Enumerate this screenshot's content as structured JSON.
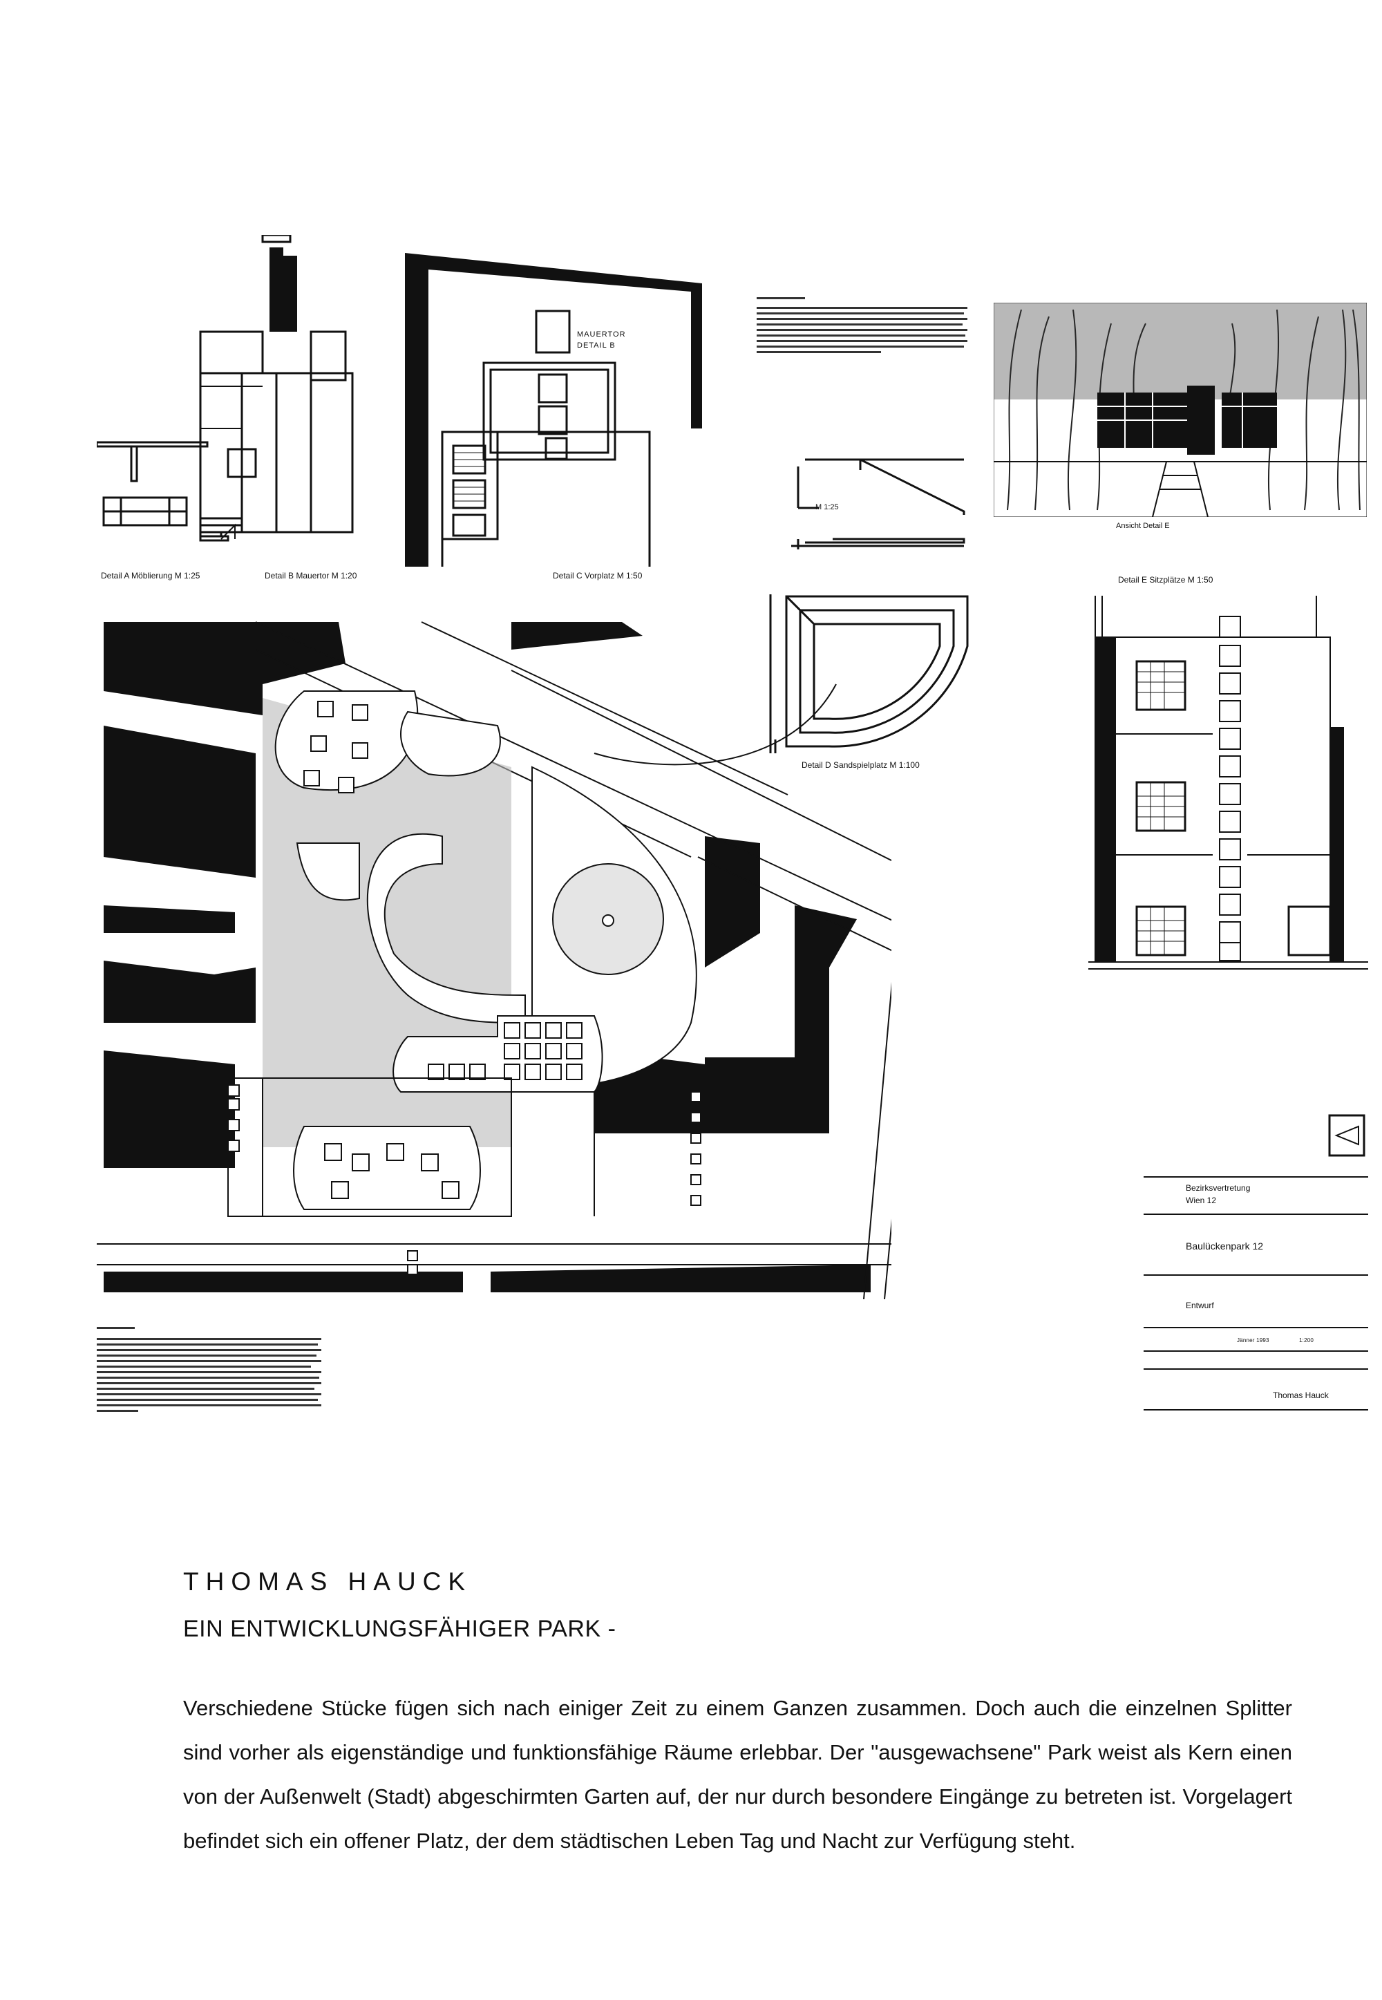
{
  "sheet": {
    "detail_labels": {
      "a": "Detail A   Möblierung   M 1:25",
      "b": "Detail B   Mauertor   M 1:20",
      "c": "Detail C   Vorplatz   M 1:50",
      "d": "Detail D   Sandspielplatz   M 1:100",
      "e": "Detail E   Sitzplätze   M 1:50",
      "ansicht": "Ansicht   Detail E",
      "mauertor_note": "MAUERTOR",
      "mauertor_note2": "DETAIL B",
      "scale_small": "M 1:25"
    },
    "title_block": {
      "client1": "Bezirksvertretung",
      "client2": "Wien 12",
      "project": "Baulückenpark 12",
      "phase": "Entwurf",
      "date": "Jänner 1993",
      "scale": "1:200",
      "author": "Thomas Hauck"
    }
  },
  "text": {
    "author": "THOMAS HAUCK",
    "title": "EIN ENTWICKLUNGSFÄHIGER PARK -",
    "paragraph": "Verschiedene Stücke fügen sich nach einiger Zeit zu einem Ganzen zusammen. Doch auch die einzelnen Splitter sind vorher als eigenständige und funktionsfähige Räume erlebbar. Der \"ausgewachsene\" Park weist als Kern einen von der Außenwelt (Stadt) abgeschirmten Garten auf, der nur durch besondere Eingänge zu betreten ist. Vorgelagert befindet sich ein offener Platz, der dem städtischen Leben Tag und Nacht zur Verfügung steht."
  }
}
